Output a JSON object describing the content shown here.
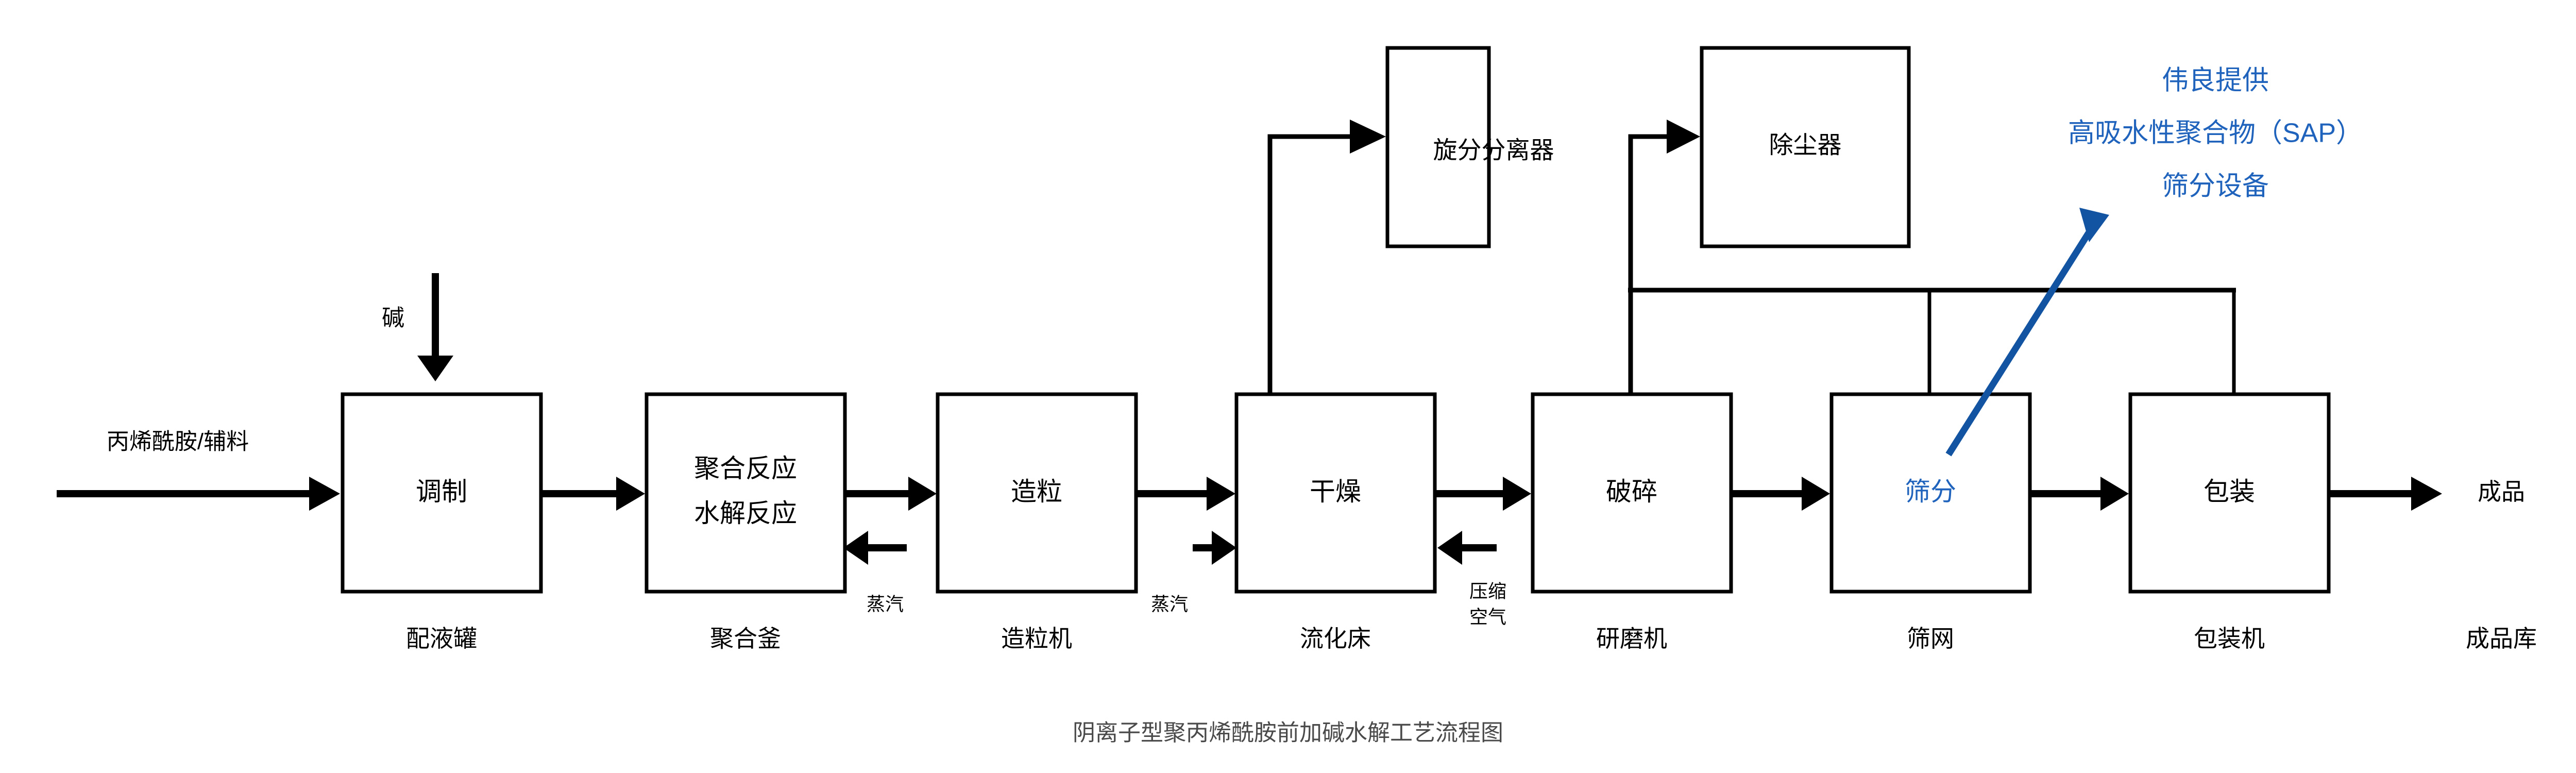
{
  "diagram": {
    "title": "阴离子型聚丙烯酰胺前加碱水解工艺流程图",
    "colors": {
      "line": "#000000",
      "accent_blue": "#1254A1",
      "text_blue": "#1F63BC",
      "title_gray": "#4A4A4A",
      "box_fill": "#FFFFFF"
    },
    "process_boxes": [
      {
        "id": "box-tiaozhi",
        "text": "调制",
        "equipment": "配液罐"
      },
      {
        "id": "box-juhe",
        "text": "聚合反应",
        "text2": "水解反应",
        "equipment": "聚合釜"
      },
      {
        "id": "box-zaoli",
        "text": "造粒",
        "equipment": "造粒机"
      },
      {
        "id": "box-ganzao",
        "text": "干燥",
        "equipment": "流化床"
      },
      {
        "id": "box-posui",
        "text": "破碎",
        "equipment": "研磨机"
      },
      {
        "id": "box-shaifen",
        "text": "筛分",
        "equipment": "筛网"
      },
      {
        "id": "box-baozhuang",
        "text": "包装",
        "equipment": "包装机"
      }
    ],
    "top_boxes": [
      {
        "id": "box-xuanfen",
        "text": "旋分分离器"
      },
      {
        "id": "box-chuchen",
        "text": "除尘器"
      }
    ],
    "stream_labels": {
      "feed_in": "丙烯酰胺/辅料",
      "alkali": "碱",
      "steam_1": "蒸汽",
      "steam_2": "蒸汽",
      "compressed_air_line1": "压缩",
      "compressed_air_line2": "空气",
      "product_out": "成品",
      "product_store": "成品库"
    },
    "annotation": {
      "line1": "伟良提供",
      "line2": "高吸水性聚合物（SAP）",
      "line3": "筛分设备"
    }
  }
}
